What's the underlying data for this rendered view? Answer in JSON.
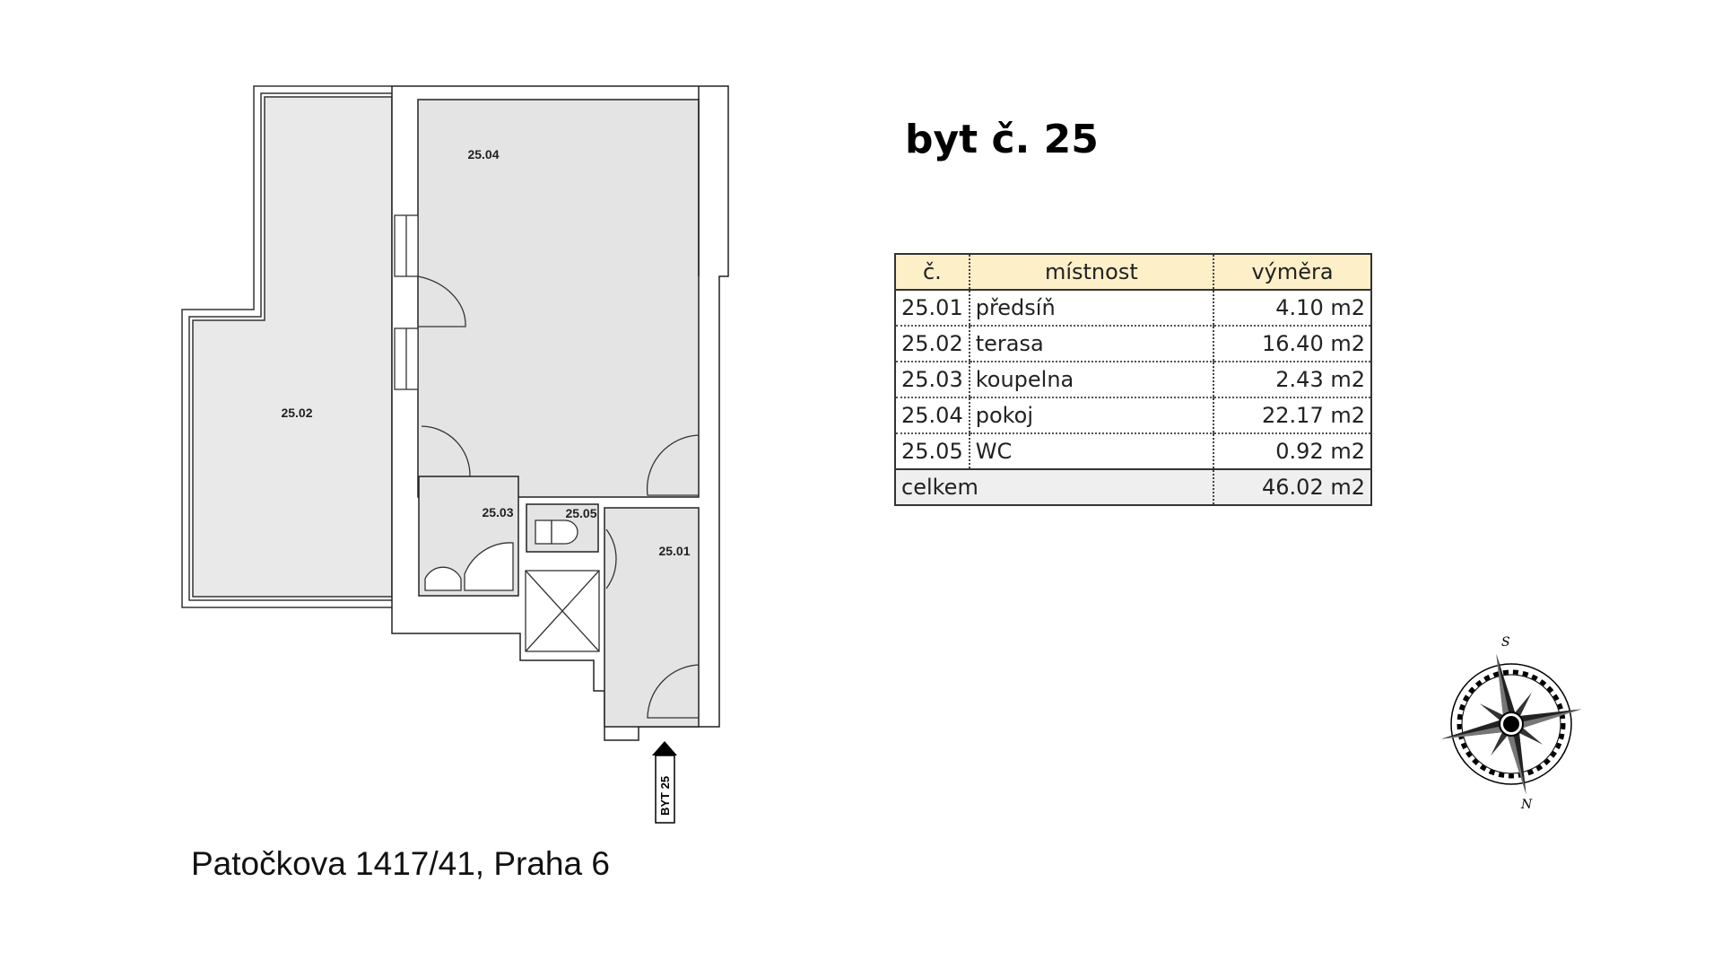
{
  "title": "byt č. 25",
  "address": "Patočkova 1417/41, Praha 6",
  "plan": {
    "labels": {
      "r01": "25.01",
      "r02": "25.02",
      "r03": "25.03",
      "r04": "25.04",
      "r05": "25.05"
    },
    "entrance_label": "BYT 25"
  },
  "table": {
    "headers": [
      "č.",
      "místnost",
      "výměra"
    ],
    "rows": [
      {
        "num": "25.01",
        "name": "předsíň",
        "area": "4.10 m2"
      },
      {
        "num": "25.02",
        "name": "terasa",
        "area": "16.40 m2"
      },
      {
        "num": "25.03",
        "name": "koupelna",
        "area": "2.43 m2"
      },
      {
        "num": "25.04",
        "name": "pokoj",
        "area": "22.17 m2"
      },
      {
        "num": "25.05",
        "name": "WC",
        "area": "0.92 m2"
      }
    ],
    "total_label": "celkem",
    "total_area": "46.02 m2"
  },
  "compass": {
    "top_letter": "S",
    "bottom_letter": "N"
  },
  "colors": {
    "room_fill": "#e6e6e6",
    "header_fill": "#fdefc8"
  }
}
